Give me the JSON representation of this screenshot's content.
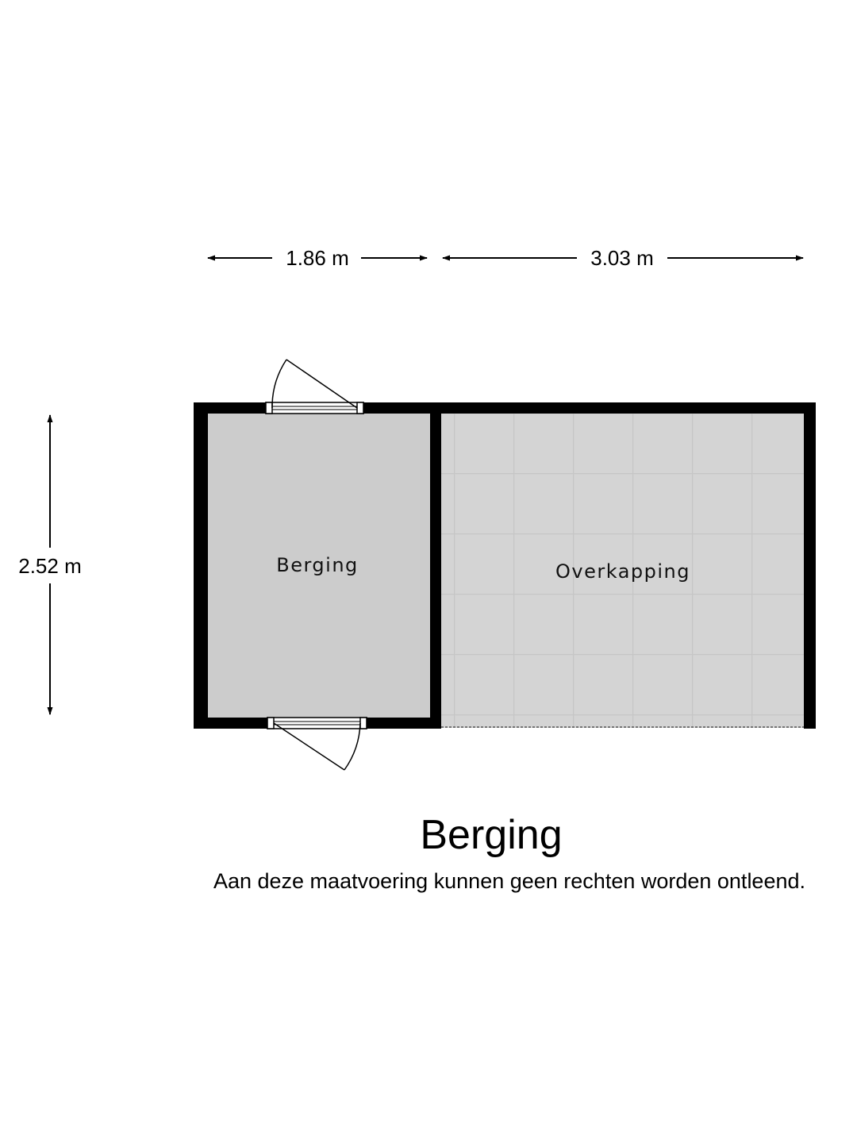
{
  "dimensions": {
    "width_left": "1.86 m",
    "width_right": "3.03 m",
    "height": "2.52 m"
  },
  "rooms": {
    "storage": "Berging",
    "canopy": "Overkapping"
  },
  "caption": {
    "title": "Berging",
    "disclaimer": "Aan deze maatvoering kunnen geen rechten worden ontleend."
  },
  "colors": {
    "wall": "#000000",
    "storage_floor": "#cccccc",
    "canopy_floor": "#d4d4d4",
    "tile_line": "#c6c6c6",
    "background": "#ffffff"
  }
}
